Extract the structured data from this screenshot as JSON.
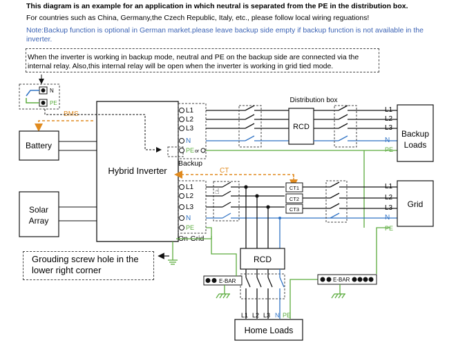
{
  "header": {
    "title": "This diagram is an example for an application in which neutral is separated from the PE in the distribution box.",
    "line2": "For countries such as China, Germany,the Czech Republic, Italy, etc., please follow local wiring reguations!",
    "note": "Note:Backup function is optional in German market.please leave backup side empty if backup function is not available in the inverter."
  },
  "callout": "When the inverter is working in backup mode, neutral and PE on the backup side are connected via the internal relay. Also,this internal relay will be open when the inverter is working in grid tied mode.",
  "labels": {
    "inverter": "Hybrid Inverter",
    "battery": "Battery",
    "solar1": "Solar",
    "solar2": "Array",
    "backup": "Backup",
    "ongrid": "On-Grid",
    "bms": "BMS",
    "ct": "CT",
    "dist_box": "Distribution box",
    "rcd": "RCD",
    "backup_loads1": "Backup",
    "backup_loads2": "Loads",
    "grid": "Grid",
    "home_loads": "Home Loads",
    "ebar": "E-BAR",
    "grounding": "Grouding screw hole  in the lower right corner",
    "ct1": "CT1",
    "ct2": "CT2",
    "ct3": "CT3",
    "or": "or",
    "n": "N",
    "pe": "PE",
    "l1": "L1",
    "l2": "L2",
    "l3": "L3"
  },
  "colors": {
    "neutral": "#2f72c4",
    "pe": "#5aab3c",
    "signal": "#e08a1e",
    "line": "#111111",
    "note": "#3a62b4"
  }
}
